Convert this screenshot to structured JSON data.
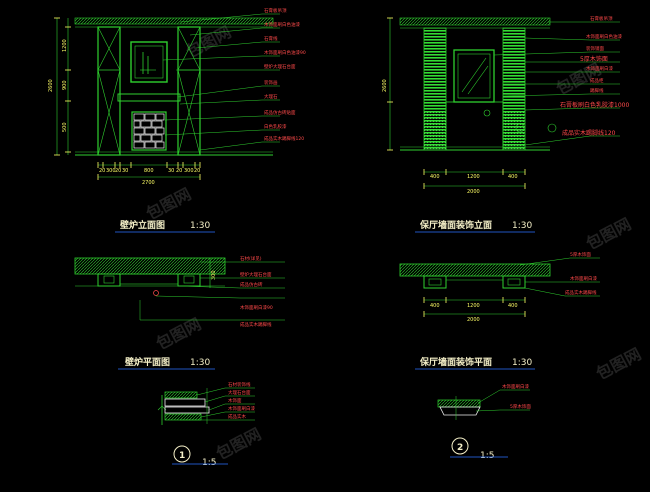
{
  "views": {
    "fireplace_elevation": {
      "title": "壁炉立面图",
      "scale": "1:30"
    },
    "hall_elevation": {
      "title": "保厅墙面装饰立面",
      "scale": "1:30"
    },
    "fireplace_plan": {
      "title": "壁炉平面图",
      "scale": "1:30"
    },
    "hall_plan": {
      "title": "保厅墙面装饰平面",
      "scale": "1:30"
    },
    "detail_1": {
      "number": "1",
      "scale": "1:5"
    },
    "detail_2": {
      "number": "2",
      "scale": "1:5"
    }
  },
  "dimensions": {
    "fp_height": "2600",
    "fp_total": "2700",
    "fp_segments": [
      "20",
      "300",
      "20",
      "30",
      "800",
      "30",
      "20",
      "300",
      "20"
    ],
    "fp_v1": "1200",
    "fp_v2": "900",
    "fp_v3": "500",
    "hall_height": "2600",
    "hall_w1": "400",
    "hall_w2": "1200",
    "hall_w3": "400",
    "hall_total": "2000",
    "fp_plan_depth": "300",
    "hall_plan_w1": "400",
    "hall_plan_w2": "1200",
    "hall_plan_w3": "400",
    "hall_plan_total": "2000"
  },
  "notes": {
    "fp_elev": [
      "石膏板吊顶",
      "木饰面刷白色油漆",
      "石膏线",
      "木饰面刷白色油漆90",
      "壁炉大理石台面",
      "装饰画",
      "大理石",
      "成品仿古砖贴面",
      "白色乳胶漆",
      "成品实木踢脚线120"
    ],
    "hall_elev": [
      "石膏板吊顶",
      "木饰面刷白色油漆",
      "装饰镜面",
      "5厚木饰面",
      "木饰面刷白漆",
      "成品柜",
      "踢脚线",
      "石膏板刷白色乳胶漆1000",
      "成品实木踢脚线120"
    ],
    "fp_plan": [
      "石材(详见)",
      "壁炉大理石台面",
      "成品仿古砖",
      "木饰面刷白漆90",
      "成品实木踢脚线"
    ],
    "hall_plan": [
      "5厚木饰面",
      "木饰面刷白漆",
      "成品实木踢脚线"
    ],
    "detail_1": [
      "石材装饰线",
      "大理石台面",
      "木饰面",
      "木饰面刷白漆",
      "成品实木"
    ],
    "detail_2": [
      "木饰面刷白漆",
      "5厚木饰面"
    ]
  }
}
